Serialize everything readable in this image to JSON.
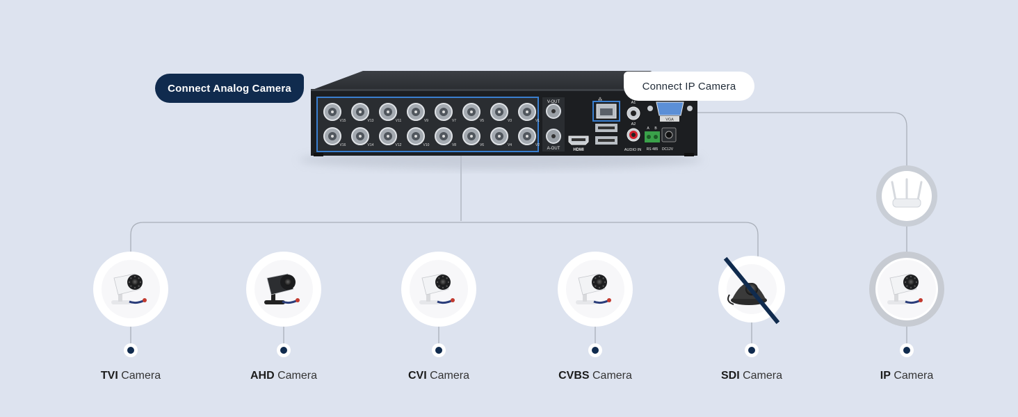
{
  "callouts": {
    "analog": "Connect Analog Camera",
    "ip": "Connect IP Camera"
  },
  "dvr": {
    "ports_top": [
      "V15",
      "V13",
      "V11",
      "V9",
      "V7",
      "V5",
      "V3",
      "V1"
    ],
    "ports_bottom": [
      "V16",
      "V14",
      "V12",
      "V10",
      "V8",
      "V6",
      "V4",
      "V2"
    ],
    "v_out": "V-OUT",
    "a_out": "A-OUT",
    "hdmi": "HDMI",
    "audio_in": "AUDIO IN",
    "a1": "A1",
    "a2": "A2",
    "rs485": "RS 485",
    "rs_a": "A",
    "rs_b": "B",
    "dc12v": "DC12V",
    "vga": "VGA"
  },
  "cameras": [
    {
      "type": "TVI",
      "suffix": "Camera",
      "supported": true
    },
    {
      "type": "AHD",
      "suffix": "Camera",
      "supported": true
    },
    {
      "type": "CVI",
      "suffix": "Camera",
      "supported": true
    },
    {
      "type": "CVBS",
      "suffix": "Camera",
      "supported": true
    },
    {
      "type": "SDI",
      "suffix": "Camera",
      "supported": false
    },
    {
      "type": "IP",
      "suffix": "Camera",
      "supported": true
    }
  ],
  "router": {
    "icon": "router-icon"
  },
  "colors": {
    "background": "#dde3ef",
    "navy": "#102b4e",
    "line": "#a9afb9",
    "highlight": "#3a7fd0"
  }
}
